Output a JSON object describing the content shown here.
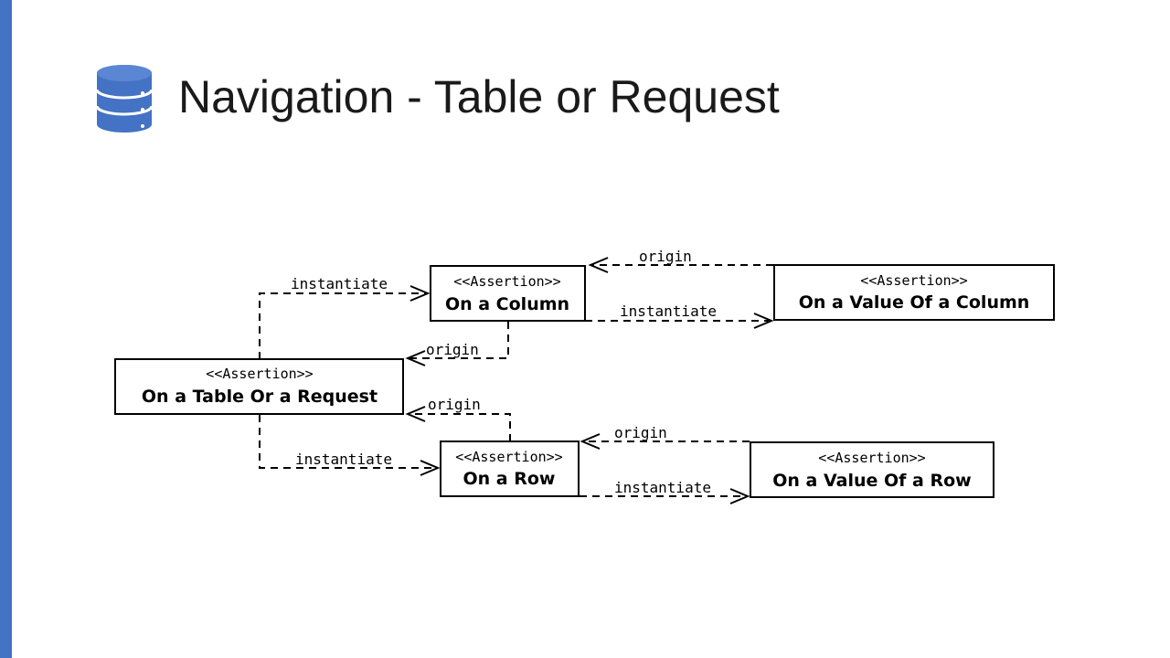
{
  "slide": {
    "title": "Navigation - Table or Request",
    "icon": "database-icon",
    "accent_color": "#4472c4"
  },
  "diagram": {
    "nodes": {
      "table": {
        "stereotype": "<<Assertion>>",
        "name": "On a Table Or a Request"
      },
      "column": {
        "stereotype": "<<Assertion>>",
        "name": "On a Column"
      },
      "value_column": {
        "stereotype": "<<Assertion>>",
        "name": "On a Value Of a Column"
      },
      "row": {
        "stereotype": "<<Assertion>>",
        "name": "On a Row"
      },
      "value_row": {
        "stereotype": "<<Assertion>>",
        "name": "On a Value Of a Row"
      }
    },
    "edges": {
      "table_to_column": {
        "from": "table",
        "to": "column",
        "label": "instantiate"
      },
      "column_to_table": {
        "from": "column",
        "to": "table",
        "label": "origin"
      },
      "table_to_row": {
        "from": "table",
        "to": "row",
        "label": "instantiate"
      },
      "row_to_table": {
        "from": "row",
        "to": "table",
        "label": "origin"
      },
      "column_to_value": {
        "from": "column",
        "to": "value_column",
        "label": "instantiate"
      },
      "value_to_column": {
        "from": "value_column",
        "to": "column",
        "label": "origin"
      },
      "row_to_value": {
        "from": "row",
        "to": "value_row",
        "label": "instantiate"
      },
      "value_to_row": {
        "from": "value_row",
        "to": "row",
        "label": "origin"
      }
    }
  }
}
